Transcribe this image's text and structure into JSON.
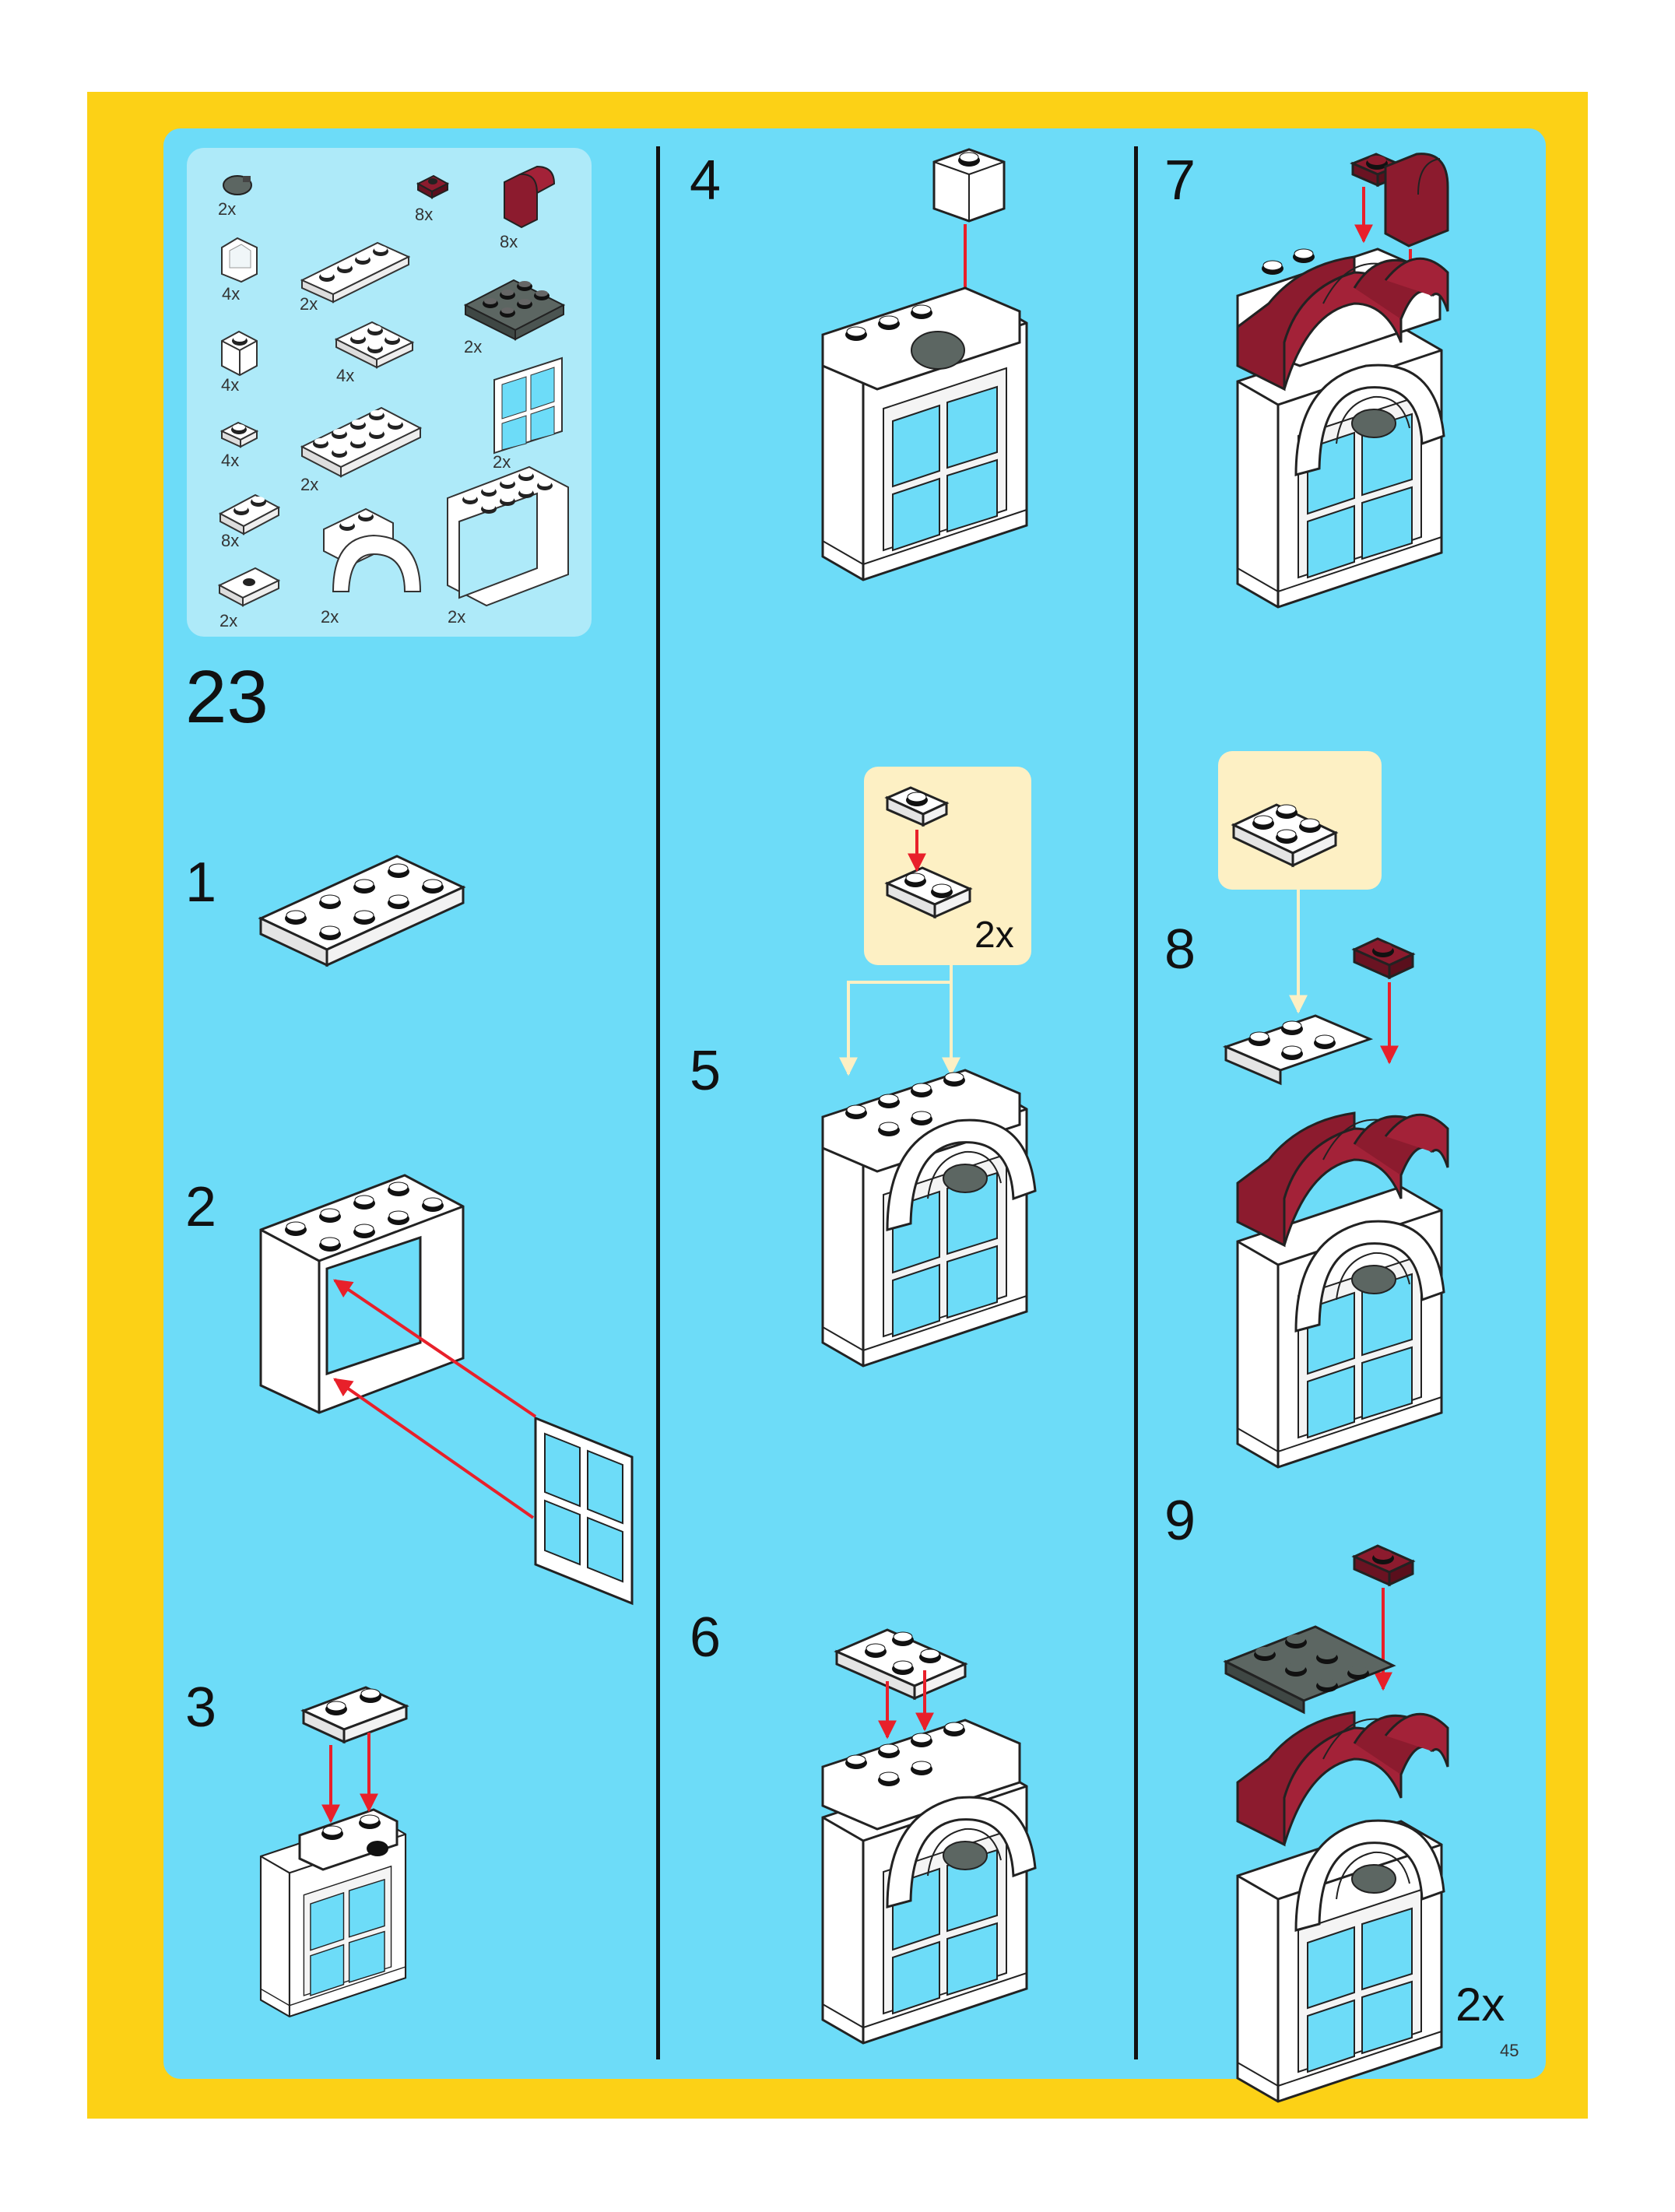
{
  "page": {
    "main_step": "23",
    "page_number": "45",
    "colors": {
      "frame": "#fcd116",
      "panel": "#6ddcf8",
      "parts_box": "#aeeaf9",
      "callout": "#fdf0c4",
      "arrow": "#e8202a",
      "brick_white": "#ffffff",
      "brick_red": "#8c1b2e",
      "brick_grey": "#5c6662"
    }
  },
  "parts": [
    {
      "qty": "2x",
      "icon": "grey-round-piece-icon"
    },
    {
      "qty": "8x",
      "icon": "red-plate-1x1-icon"
    },
    {
      "qty": "8x",
      "icon": "red-curved-slope-icon"
    },
    {
      "qty": "4x",
      "icon": "white-panel-corner-icon"
    },
    {
      "qty": "2x",
      "icon": "white-plate-1x4-icon"
    },
    {
      "qty": "2x",
      "icon": "grey-plate-2x4-icon"
    },
    {
      "qty": "4x",
      "icon": "white-brick-1x1-icon"
    },
    {
      "qty": "4x",
      "icon": "white-plate-2x2-icon"
    },
    {
      "qty": "2x",
      "icon": "white-window-pane-icon"
    },
    {
      "qty": "4x",
      "icon": "white-plate-1x1-icon"
    },
    {
      "qty": "2x",
      "icon": "white-plate-2x4-icon"
    },
    {
      "qty": "8x",
      "icon": "white-plate-1x2-icon"
    },
    {
      "qty": "2x",
      "icon": "white-window-frame-icon"
    },
    {
      "qty": "2x",
      "icon": "white-jumper-plate-icon"
    },
    {
      "qty": "2x",
      "icon": "white-arch-icon"
    },
    {
      "qty": "2x",
      "icon": "white-window-frame-large-icon"
    }
  ],
  "steps": [
    {
      "number": "1"
    },
    {
      "number": "2"
    },
    {
      "number": "3"
    },
    {
      "number": "4"
    },
    {
      "number": "5",
      "callout_multiplier": "2x"
    },
    {
      "number": "6"
    },
    {
      "number": "7"
    },
    {
      "number": "8"
    },
    {
      "number": "9",
      "multiplier": "2x"
    }
  ]
}
